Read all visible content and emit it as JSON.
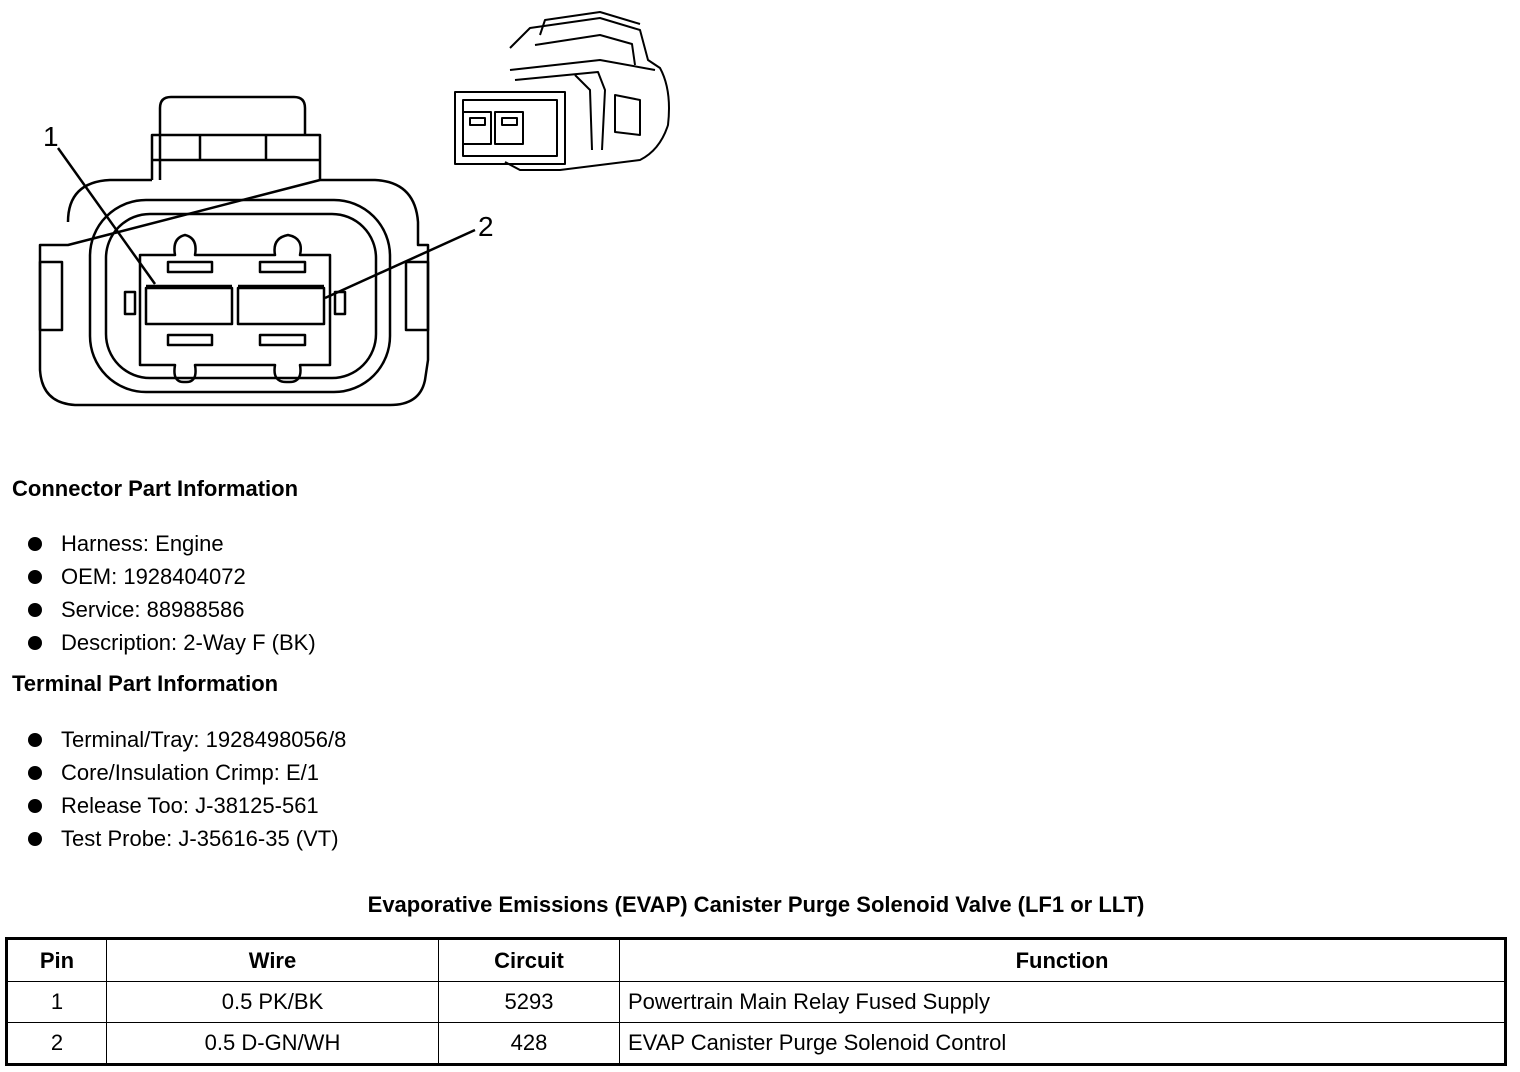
{
  "diagram": {
    "callouts": [
      "1",
      "2"
    ]
  },
  "connector_part": {
    "title": "Connector Part Information",
    "items": [
      "Harness: Engine",
      "OEM: 1928404072",
      "Service: 88988586",
      "Description: 2-Way F (BK)"
    ]
  },
  "terminal_part": {
    "title": "Terminal Part Information",
    "items": [
      "Terminal/Tray: 1928498056/8",
      "Core/Insulation Crimp: E/1",
      "Release Too: J-38125-561",
      "Test Probe: J-35616-35 (VT)"
    ]
  },
  "table": {
    "title": "Evaporative Emissions (EVAP) Canister Purge Solenoid Valve (LF1 or LLT)",
    "headers": [
      "Pin",
      "Wire",
      "Circuit",
      "Function"
    ],
    "rows": [
      [
        "1",
        "0.5 PK/BK",
        "5293",
        "Powertrain Main Relay Fused Supply"
      ],
      [
        "2",
        "0.5 D-GN/WH",
        "428",
        "EVAP Canister Purge Solenoid Control"
      ]
    ]
  }
}
